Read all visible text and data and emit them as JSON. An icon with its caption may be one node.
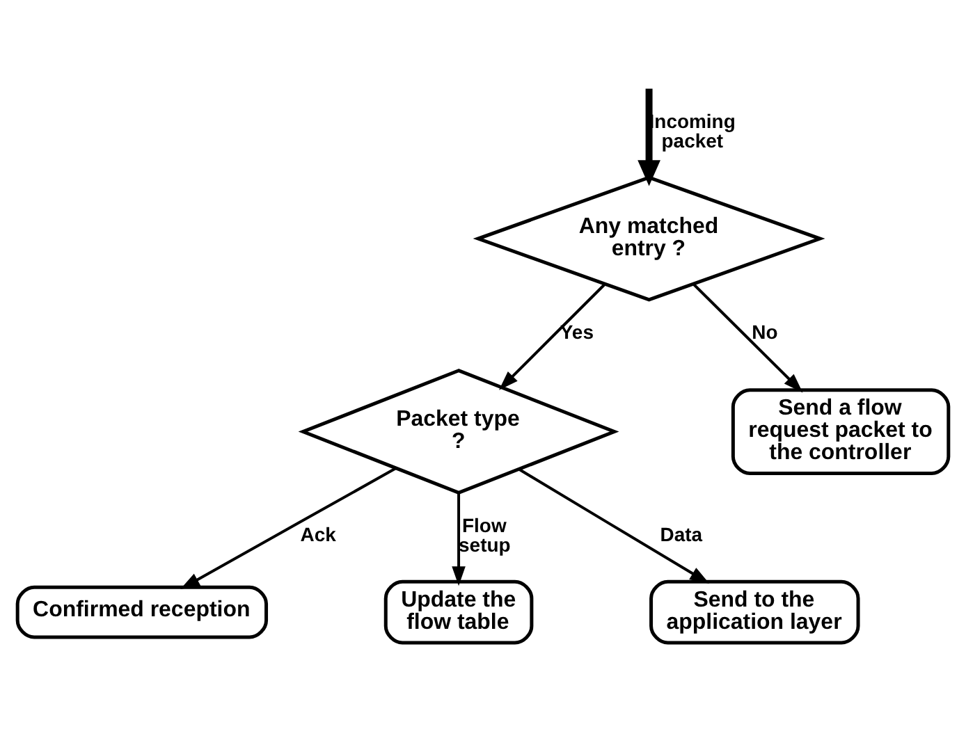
{
  "diagram": {
    "nodes": [
      {
        "text": [
          "Any matched entry ?"
        ]
      },
      {
        "text": [
          "Send a flow request packet to the controller"
        ]
      },
      {
        "text": [
          "Packet type ?"
        ]
      },
      {
        "text": [
          "Confirmed reception"
        ]
      },
      {
        "text": [
          "Send to the application layer"
        ]
      },
      {
        "text": [
          "Update the flow table"
        ]
      }
    ],
    "edges": [
      {
        "from": null,
        "to": 0,
        "arrow": "to",
        "label": "Incoming packet",
        "style": "thick"
      },
      {
        "from": 0,
        "to": 1,
        "arrow": "to",
        "label": "No"
      },
      {
        "from": 0,
        "to": 2,
        "arrow": "to",
        "label": "Yes"
      },
      {
        "from": 2,
        "to": 3,
        "arrow": "to",
        "label": "Ack"
      },
      {
        "from": 2,
        "to": 4,
        "arrow": "to",
        "label": "Data"
      },
      {
        "from": 2,
        "to": 5,
        "arrow": "to",
        "label": "Flow setup"
      }
    ]
  }
}
